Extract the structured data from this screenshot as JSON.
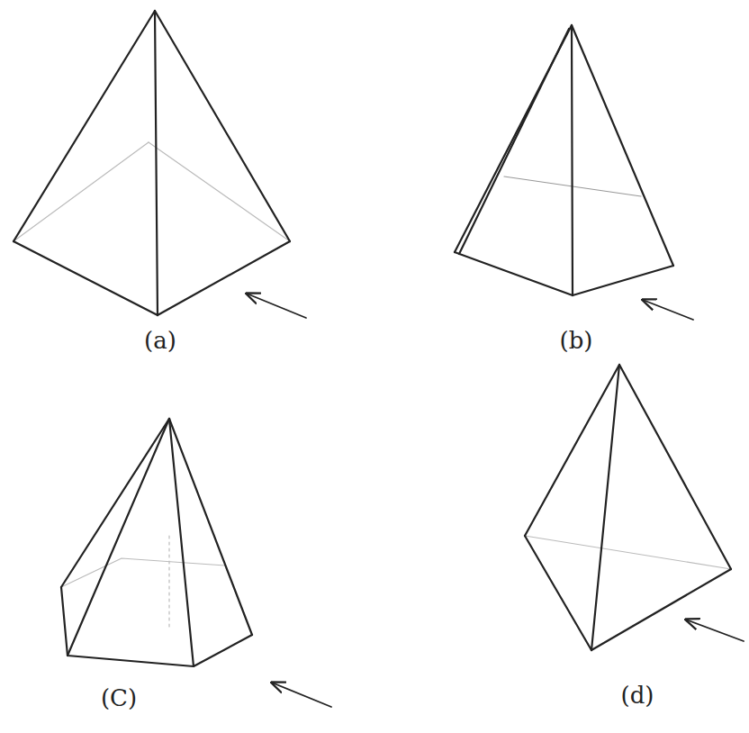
{
  "diagram": {
    "labels": [
      "(a)",
      "(b)",
      "(C)",
      "(d)"
    ]
  }
}
